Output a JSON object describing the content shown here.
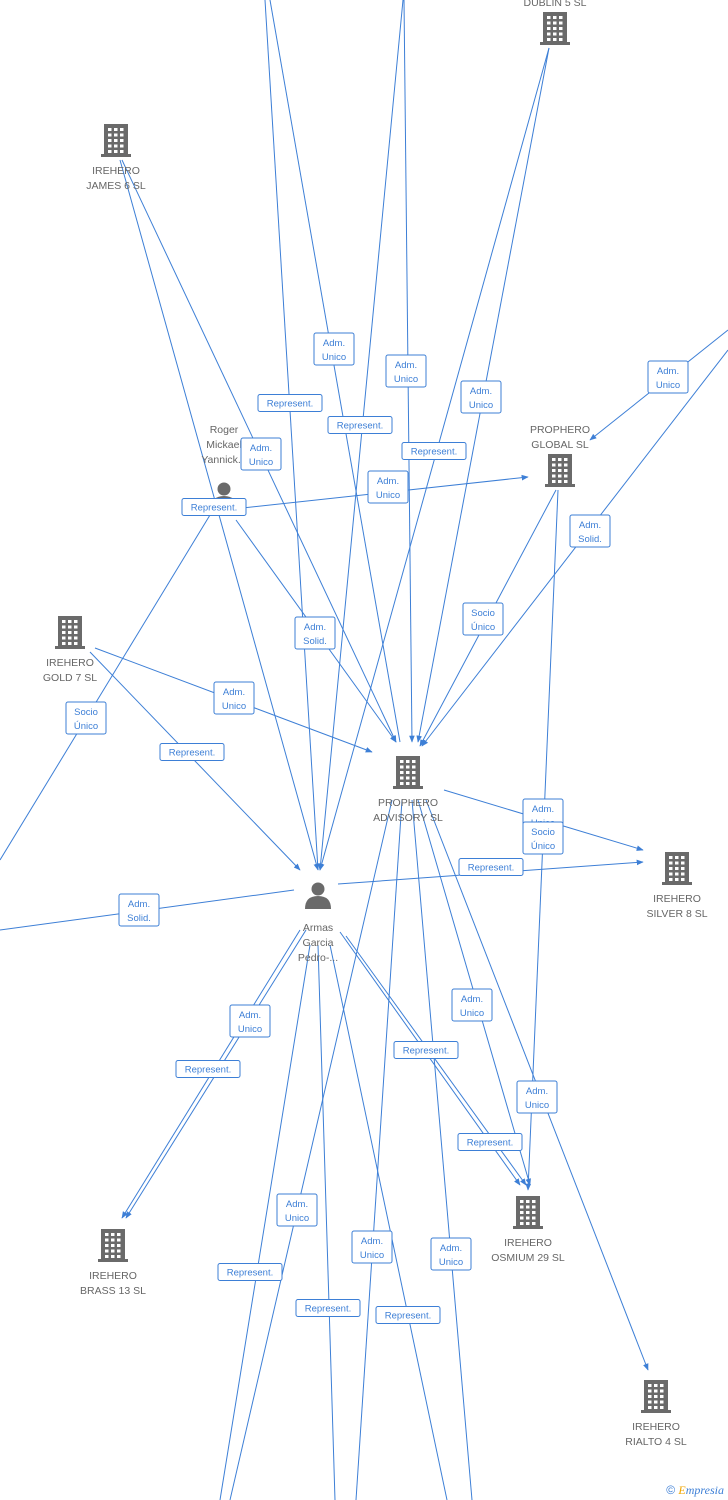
{
  "nodes": {
    "dublin": {
      "lines": [
        "DUBLIN 5  SL"
      ],
      "type": "company"
    },
    "james": {
      "lines": [
        "IREHERO",
        "JAMES 6  SL"
      ],
      "type": "company"
    },
    "roger": {
      "lines": [
        "Roger",
        "Mickael",
        "Yannick..."
      ],
      "type": "person"
    },
    "prophero_global": {
      "lines": [
        "PROPHERO",
        "GLOBAL  SL"
      ],
      "type": "company"
    },
    "gold": {
      "lines": [
        "IREHERO",
        "GOLD 7  SL"
      ],
      "type": "company"
    },
    "prophero_advisory": {
      "lines": [
        "PROPHERO",
        "ADVISORY  SL"
      ],
      "type": "company"
    },
    "silver": {
      "lines": [
        "IREHERO",
        "SILVER 8  SL"
      ],
      "type": "company"
    },
    "armas": {
      "lines": [
        "Armas",
        "Garcia",
        "Pedro-..."
      ],
      "type": "person"
    },
    "brass": {
      "lines": [
        "IREHERO",
        "BRASS 13  SL"
      ],
      "type": "company"
    },
    "osmium": {
      "lines": [
        "IREHERO",
        "OSMIUM 29  SL"
      ],
      "type": "company"
    },
    "rialto": {
      "lines": [
        "IREHERO",
        "RIALTO 4  SL"
      ],
      "type": "company"
    }
  },
  "edge_labels": [
    [
      "Adm.",
      "Unico"
    ],
    [
      "Adm.",
      "Unico"
    ],
    [
      "Adm.",
      "Unico"
    ],
    [
      "Adm.",
      "Unico"
    ],
    [
      "Represent."
    ],
    [
      "Represent."
    ],
    [
      "Represent."
    ],
    [
      "Adm.",
      "Unico"
    ],
    [
      "Adm.",
      "Unico"
    ],
    [
      "Represent."
    ],
    [
      "Adm.",
      "Solid."
    ],
    [
      "Socio",
      "Único"
    ],
    [
      "Adm.",
      "Solid."
    ],
    [
      "Socio",
      "Único"
    ],
    [
      "Adm.",
      "Unico"
    ],
    [
      "Represent."
    ],
    [
      "Adm.",
      "Unico"
    ],
    [
      "Socio",
      "Único"
    ],
    [
      "Represent."
    ],
    [
      "Adm.",
      "Solid."
    ],
    [
      "Adm.",
      "Unico"
    ],
    [
      "Represent."
    ],
    [
      "Adm.",
      "Unico"
    ],
    [
      "Represent."
    ],
    [
      "Adm.",
      "Unico"
    ],
    [
      "Represent."
    ],
    [
      "Adm.",
      "Unico"
    ],
    [
      "Represent."
    ],
    [
      "Adm.",
      "Unico"
    ],
    [
      "Adm.",
      "Unico"
    ],
    [
      "Represent."
    ],
    [
      "Represent."
    ]
  ],
  "footer": {
    "copyright": "©",
    "brand_initial": "E",
    "brand_rest": "mpresia"
  }
}
